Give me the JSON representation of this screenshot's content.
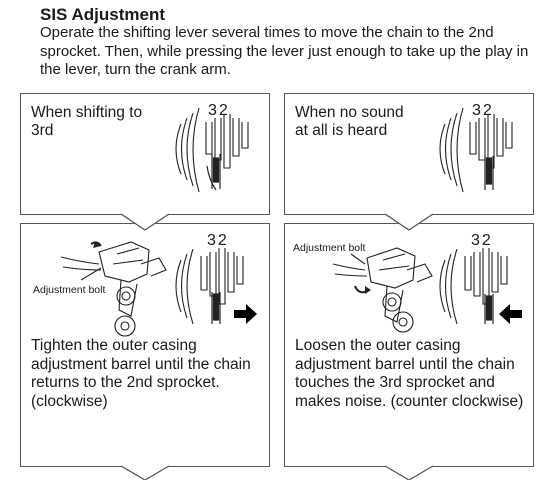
{
  "heading": "SIS Adjustment",
  "intro": "Operate the shifting lever several times to move the chain to the 2nd sprocket. Then, while pressing the lever just enough to take up the play in the lever, turn the crank arm.",
  "panels": {
    "top_left": {
      "condition": "When shifting to 3rd",
      "sprocket_numbers": "32"
    },
    "top_right": {
      "condition": "When no sound at all is heard",
      "sprocket_numbers": "32"
    },
    "bottom_left": {
      "bolt_label": "Adjustment bolt",
      "sprocket_numbers": "32",
      "instruction": "Tighten the outer casing adjustment barrel until the chain returns to the 2nd sprocket. (clockwise)",
      "arrow_direction": "right"
    },
    "bottom_right": {
      "bolt_label": "Adjustment bolt",
      "sprocket_numbers": "32",
      "instruction": "Loosen the outer casing adjustment barrel until the chain touches the 3rd sprocket and makes noise. (counter clockwise)",
      "arrow_direction": "left"
    }
  }
}
